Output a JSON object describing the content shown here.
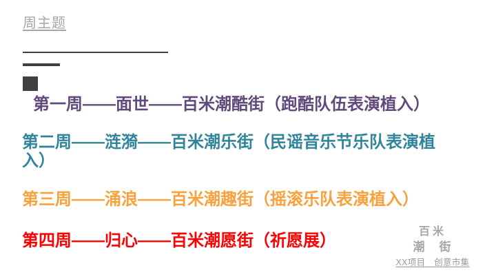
{
  "slide": {
    "background": "#ffffff",
    "title": {
      "text": "周主题",
      "color": "#a6a6a6"
    },
    "decorations": {
      "divider_color": "#3f3f3f",
      "square_color": "#404040"
    },
    "weeks": [
      {
        "color": "#604a7b",
        "rows": [
          "第一周——面世——百米潮酷街（跑酷队伍表演植入）"
        ]
      },
      {
        "color": "#31849b",
        "rows": [
          "第二周——涟漪——百米潮乐街（民谣音乐节乐队表演植",
          "入）"
        ]
      },
      {
        "color": "#f9a13c",
        "rows": [
          "第三周——涌浪——百米潮趣街（摇滚乐队表演植入）"
        ]
      },
      {
        "color": "#fe0000",
        "rows": [
          "第四周——归心——百米潮愿街（祈愿展）"
        ]
      }
    ],
    "footer": {
      "logo_color": "#a6a6a6",
      "tagline_color": "#999999",
      "logo_line1": "百米",
      "logo_line2": "潮　街",
      "tagline": "XX项目　创意市集"
    }
  }
}
